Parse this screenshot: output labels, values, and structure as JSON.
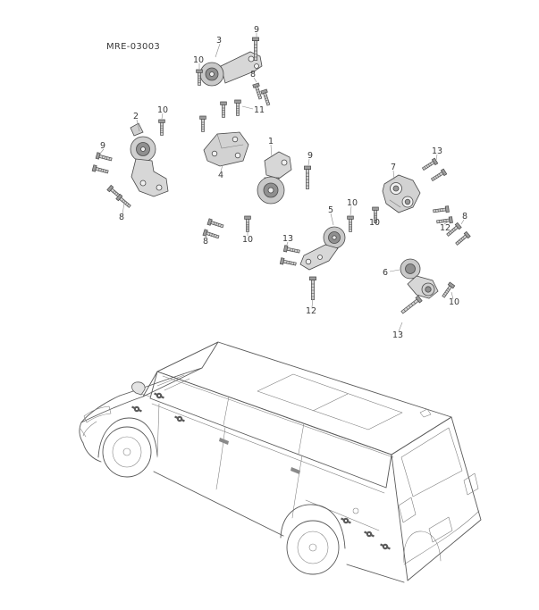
{
  "diagram": {
    "code": "MRE-03003",
    "colors": {
      "line": "#4a4a4a",
      "background": "#ffffff"
    },
    "callouts": [
      {
        "label": "3"
      },
      {
        "label": "9"
      },
      {
        "label": "10"
      },
      {
        "label": "8"
      },
      {
        "label": "11"
      },
      {
        "label": "2"
      },
      {
        "label": "10"
      },
      {
        "label": "9"
      },
      {
        "label": "8"
      },
      {
        "label": "4"
      },
      {
        "label": "1"
      },
      {
        "label": "9"
      },
      {
        "label": "8"
      },
      {
        "label": "10"
      },
      {
        "label": "5"
      },
      {
        "label": "10"
      },
      {
        "label": "13"
      },
      {
        "label": "12"
      },
      {
        "label": "7"
      },
      {
        "label": "13"
      },
      {
        "label": "10"
      },
      {
        "label": "12"
      },
      {
        "label": "6"
      },
      {
        "label": "8"
      },
      {
        "label": "10"
      },
      {
        "label": "13"
      }
    ]
  }
}
